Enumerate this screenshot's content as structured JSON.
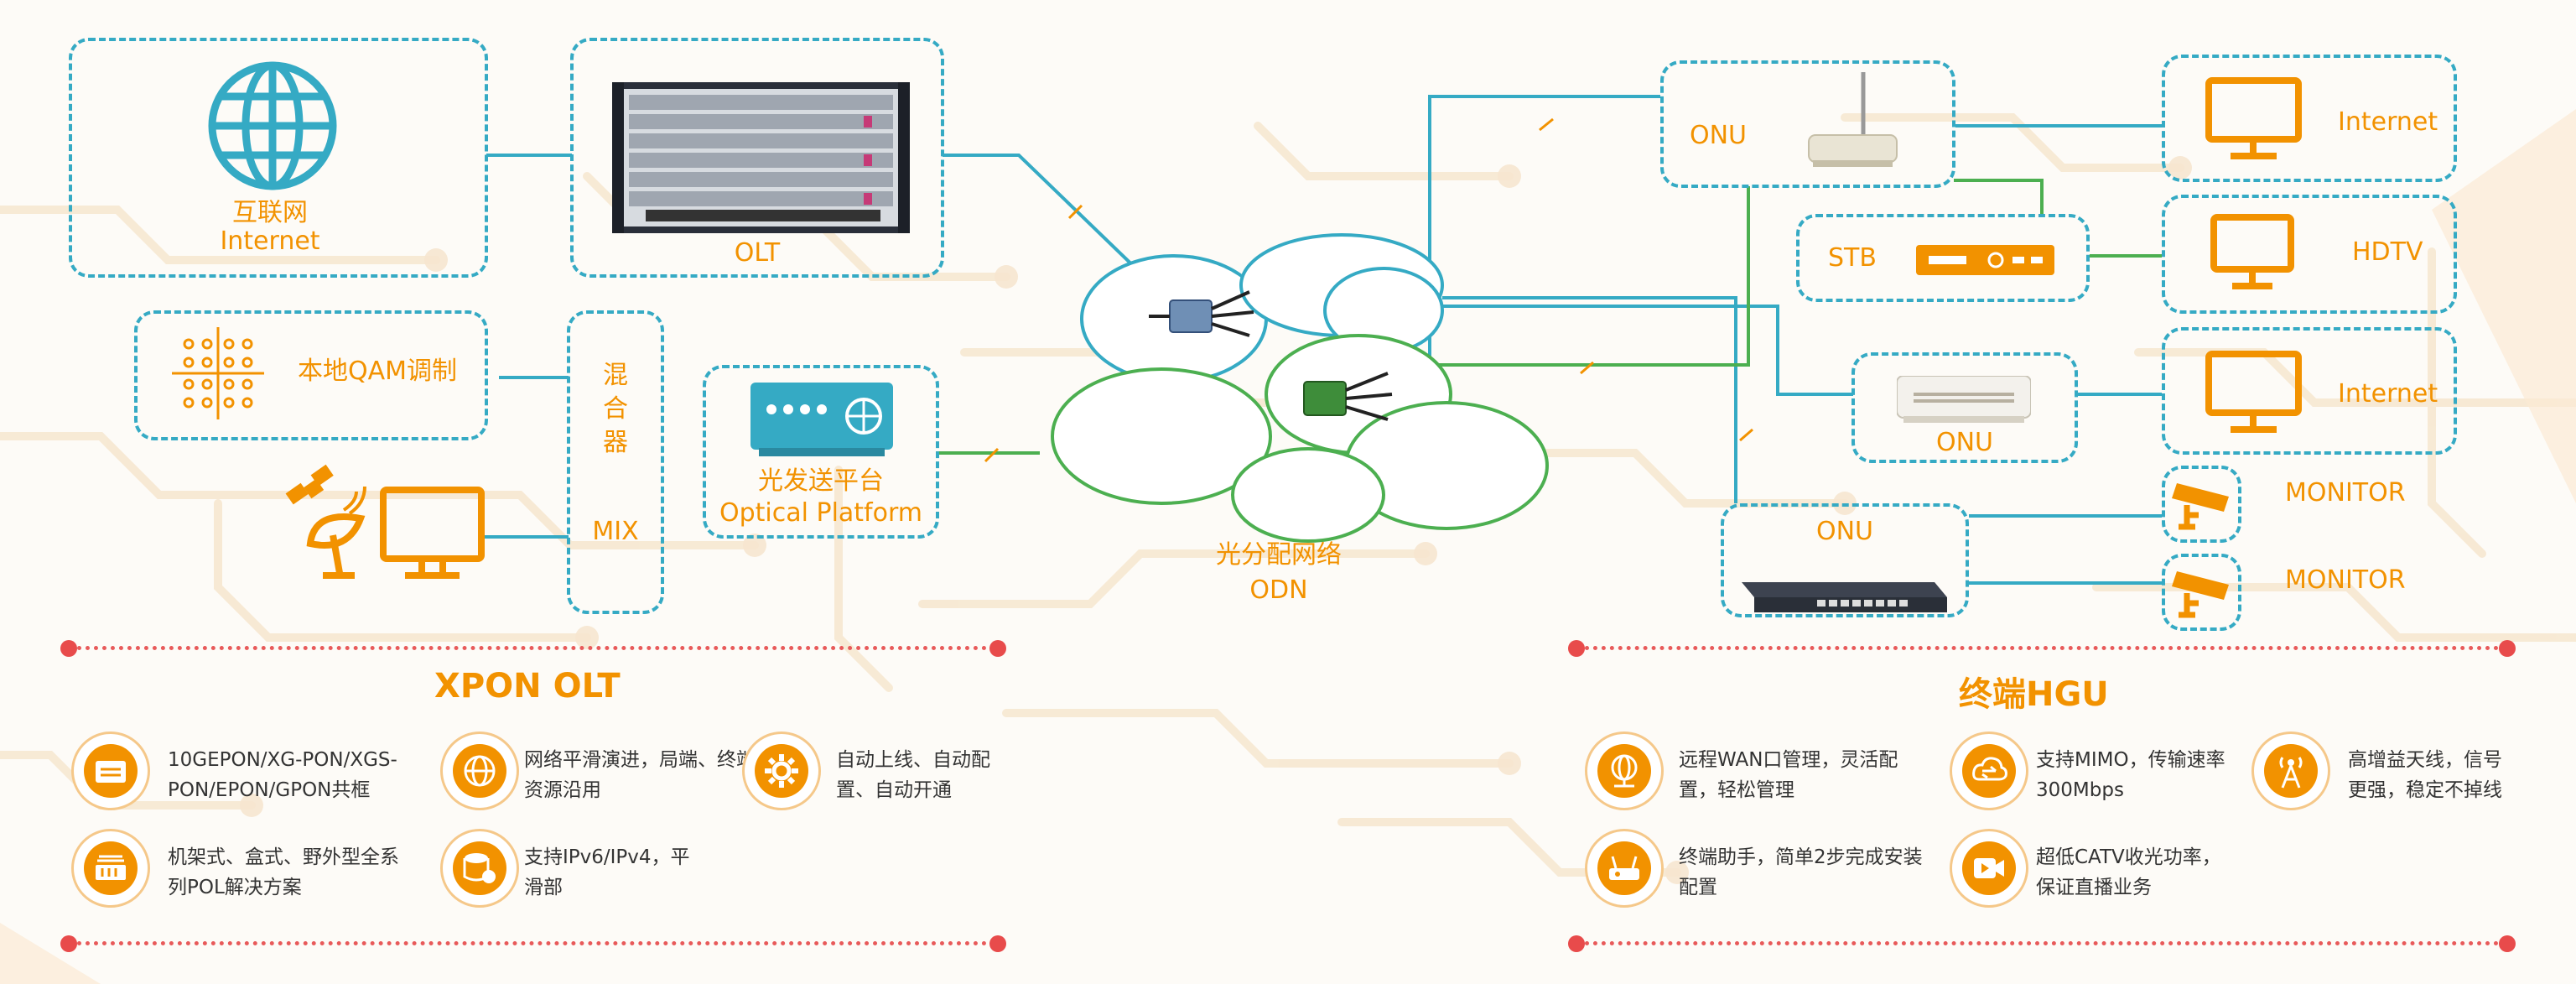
{
  "colors": {
    "accent": "#f29200",
    "wire": "#35aac4",
    "green": "#4caf50",
    "red": "#e84b4b"
  },
  "labels": {
    "internet_cn": "互联网",
    "internet_en": "Internet",
    "olt": "OLT",
    "qam": "本地QAM调制",
    "mix_cn": "混合器",
    "mix_en": "MIX",
    "optical_cn": "光发送平台",
    "optical_en": "Optical  Platform",
    "odn_cn": "光分配网络",
    "odn_en": "ODN",
    "onu1": "ONU",
    "stb": "STB",
    "onu2": "ONU",
    "onu3": "ONU",
    "internet_r1": "Internet",
    "hdtv": "HDTV",
    "internet_r2": "Internet",
    "monitor1": "MONITOR",
    "monitor2": "MONITOR"
  },
  "sections": {
    "left_title": "XPON OLT",
    "right_title": "终端HGU"
  },
  "left_features": [
    {
      "icon": "olt-box-icon",
      "text": "10GEPON/XG-PON/XGS-PON/EPON/GPON共框"
    },
    {
      "icon": "globe-icon",
      "text": "网络平滑演进，局端、终端资源沿用"
    },
    {
      "icon": "gear-icon",
      "text": "自动上线、自动配置、自动开通"
    },
    {
      "icon": "device-rack-icon",
      "text": "机架式、盒式、野外型全系列POL解决方案"
    },
    {
      "icon": "database-gear-icon",
      "text": "支持IPv6/IPv4，平滑部"
    }
  ],
  "right_features": [
    {
      "icon": "globe-network-icon",
      "text": "远程WAN口管理，灵活配置，轻松管理"
    },
    {
      "icon": "cloud-transfer-icon",
      "text": "支持MIMO，传输速率300Mbps"
    },
    {
      "icon": "antenna-icon",
      "text": "高增益天线，信号更强，稳定不掉线"
    },
    {
      "icon": "router-helper-icon",
      "text": "终端助手，简单2步完成安装配置"
    },
    {
      "icon": "video-icon",
      "text": "超低CATV收光功率，保证直播业务"
    }
  ]
}
